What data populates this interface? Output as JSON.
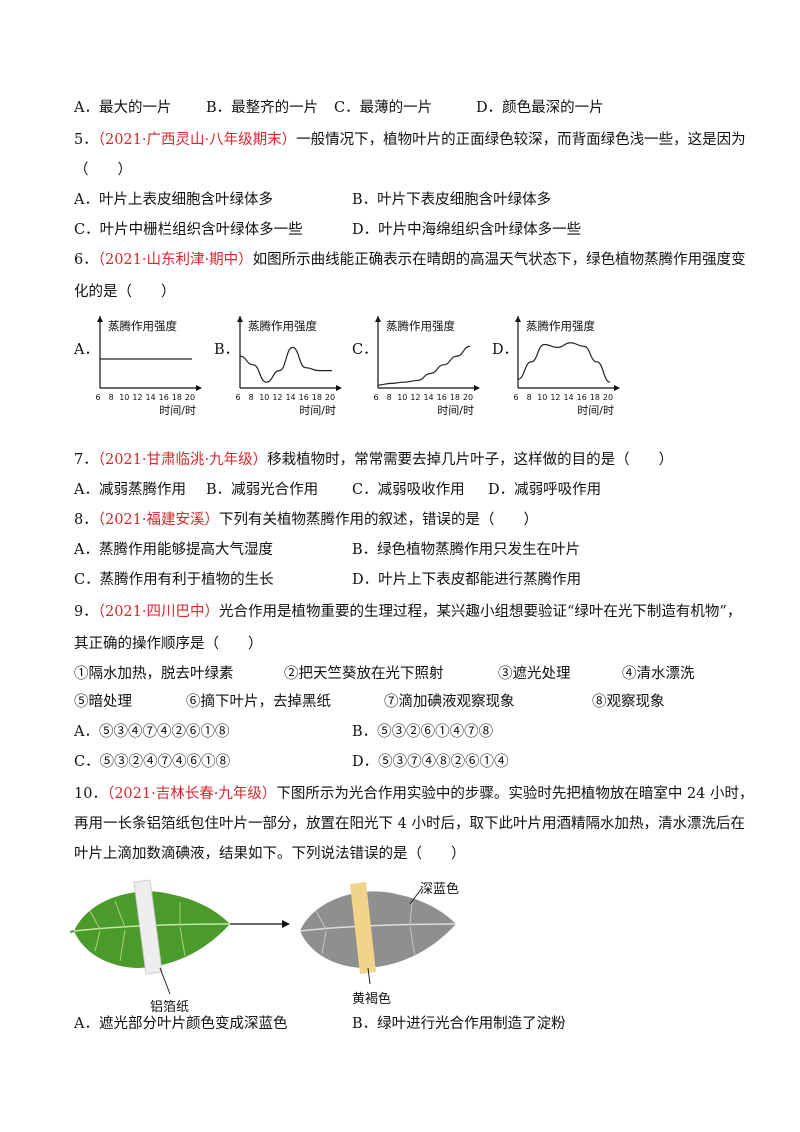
{
  "q4_options": [
    "A．最大的一片",
    "B．最整齐的一片",
    "C．最薄的一片",
    "D．颜色最深的一片"
  ],
  "q5": {
    "num": "5．",
    "source": "（2021·广西灵山·八年级期末）",
    "stem_line1": "一般情况下，植物叶片的正面绿色较深，而背面绿色浅一些，这是因为",
    "stem_line2": "（　　）",
    "options": [
      "A．叶片上表皮细胞含叶绿体多",
      "B．叶片下表皮细胞含叶绿体多",
      "C．叶片中栅栏组织含叶绿体多一些",
      "D．叶片中海绵组织含叶绿体多一些"
    ]
  },
  "q6": {
    "num": "6．",
    "source": "（2021·山东利津·期中）",
    "stem_line1": "如图所示曲线能正确表示在晴朗的高温天气状态下，绿色植物蒸腾作用强度变",
    "stem_line2": "化的是（　　）",
    "chart_labels": [
      "A．",
      "B．",
      "C．",
      "D．"
    ]
  },
  "chart_data": [
    {
      "type": "line",
      "label": "A",
      "ylabel": "蒸腾作用强度",
      "xlabel": "时间/时",
      "categories": [
        "6",
        "8",
        "10",
        "12",
        "14",
        "16",
        "18",
        "20"
      ],
      "values": [
        0.5,
        0.5,
        0.5,
        0.5,
        0.5,
        0.5,
        0.5,
        0.5
      ]
    },
    {
      "type": "line",
      "label": "B",
      "ylabel": "蒸腾作用强度",
      "xlabel": "时间/时",
      "categories": [
        "6",
        "8",
        "10",
        "12",
        "14",
        "16",
        "18",
        "20"
      ],
      "values": [
        0.55,
        0.4,
        0.1,
        0.3,
        0.7,
        0.35,
        0.3,
        0.3
      ]
    },
    {
      "type": "line",
      "label": "C",
      "ylabel": "蒸腾作用强度",
      "xlabel": "时间/时",
      "categories": [
        "6",
        "8",
        "10",
        "12",
        "14",
        "16",
        "18",
        "20"
      ],
      "values": [
        0.05,
        0.08,
        0.1,
        0.13,
        0.25,
        0.4,
        0.55,
        0.72
      ]
    },
    {
      "type": "line",
      "label": "D",
      "ylabel": "蒸腾作用强度",
      "xlabel": "时间/时",
      "categories": [
        "6",
        "8",
        "10",
        "12",
        "14",
        "16",
        "18",
        "20"
      ],
      "values": [
        0.15,
        0.45,
        0.75,
        0.7,
        0.78,
        0.72,
        0.45,
        0.1
      ]
    }
  ],
  "q7": {
    "num": "7．",
    "source": "（2021·甘肃临洮·九年级）",
    "stem": "移栽植物时，常常需要去掉几片叶子，这样做的目的是（　　）",
    "options": [
      "A．减弱蒸腾作用",
      "B．减弱光合作用",
      "C．减弱吸收作用",
      "D．减弱呼吸作用"
    ]
  },
  "q8": {
    "num": "8．",
    "source": "（2021·福建安溪）",
    "stem": "下列有关植物蒸腾作用的叙述，错误的是（　　）",
    "options": [
      "A．蒸腾作用能够提高大气湿度",
      "B．绿色植物蒸腾作用只发生在叶片",
      "C．蒸腾作用有利于植物的生长",
      "D．叶片上下表皮都能进行蒸腾作用"
    ]
  },
  "q9": {
    "num": "9．",
    "source": "（2021·四川巴中）",
    "stem_line1": "光合作用是植物重要的生理过程，某兴趣小组想要验证“绿叶在光下制造有机物”，",
    "stem_line2": "其正确的操作顺序是（　　）",
    "steps": [
      "①隔水加热，脱去叶绿素",
      "②把天竺葵放在光下照射",
      "③遮光处理",
      "④清水漂洗",
      "⑤暗处理",
      "⑥摘下叶片，去掉黑纸",
      "⑦滴加碘液观察现象",
      "⑧观察现象"
    ],
    "options": [
      "A．⑤③④⑦④②⑥①⑧",
      "B．⑤③②⑥①④⑦⑧",
      "C．⑤③②④⑦④⑥①⑧",
      "D．⑤③⑦④⑧②⑥①④"
    ]
  },
  "q10": {
    "num": "10．",
    "source": "（2021·吉林长春·九年级）",
    "stem_line1": "下图所示为光合作用实验中的步骤。实验时先把植物放在暗室中 24 小时，",
    "stem_line2": "再用一长条铝箔纸包住叶片一部分，放置在阳光下 4 小时后，取下此叶片用酒精隔水加热，清水漂洗后在",
    "stem_line3": "叶片上滴加数滴碘液，结果如下。下列说法错误的是（　　）",
    "fig_labels": {
      "foil": "铝箔纸",
      "dark_blue": "深蓝色",
      "yellow_brown": "黄褐色"
    },
    "options": [
      "A．遮光部分叶片颜色变成深蓝色",
      "B．绿叶进行光合作用制造了淀粉"
    ]
  }
}
